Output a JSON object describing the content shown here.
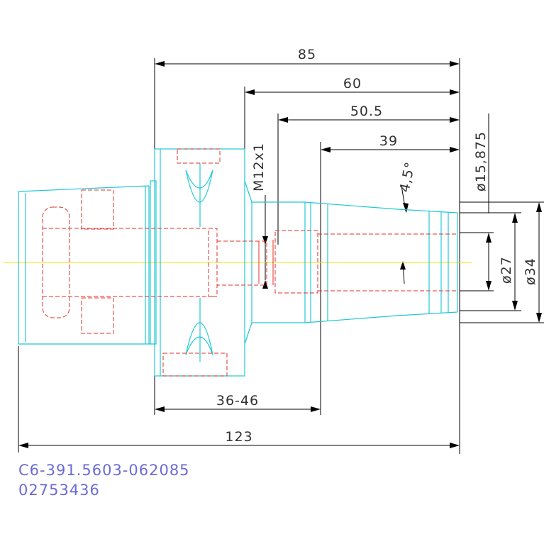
{
  "dimensions": {
    "overall_length": "85",
    "length_60": "60",
    "length_50_5": "50.5",
    "length_39": "39",
    "thread": "M12x1",
    "taper_angle": "4,5°",
    "bore_diameter": "ø15,875",
    "diameter_27": "ø27",
    "diameter_34": "ø34",
    "adjust_range": "36-46",
    "total_length": "123"
  },
  "part": {
    "code": "C6-391.5603-062085",
    "number": "02753436"
  },
  "colors": {
    "outline": "#22c7d6",
    "hidden": "#e0312a",
    "centerline": "#f2e000",
    "dimension": "#000000",
    "code_text": "#6b6bd6"
  }
}
